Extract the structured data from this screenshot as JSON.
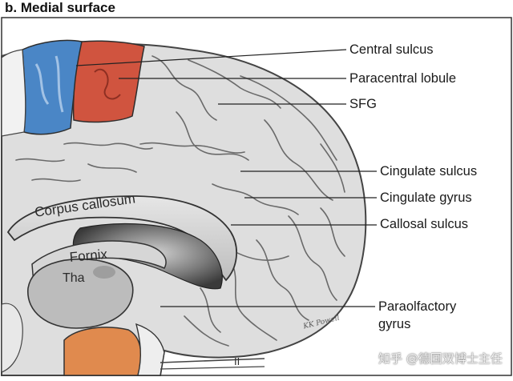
{
  "figure": {
    "panel_title": "b. Medial surface",
    "labels": {
      "central_sulcus": "Central sulcus",
      "paracentral_lobule": "Paracentral lobule",
      "sfg": "SFG",
      "cingulate_sulcus": "Cingulate sulcus",
      "cingulate_gyrus": "Cingulate gyrus",
      "callosal_sulcus": "Callosal sulcus",
      "paraolfactory_line1": "Paraolfactory",
      "paraolfactory_line2": "gyrus"
    },
    "inside_labels": {
      "corpus_callosum": "Corpus callosum",
      "fornix": "Fornix",
      "thalamus": "Tha",
      "optic_nerve": "II"
    },
    "signature": "KK Powell",
    "watermark": "知乎 @德国双博士主任",
    "colors": {
      "precentral_blue": "#4a86c6",
      "paracentral_red": "#d0543f",
      "temporal_orange": "#e08a4e",
      "cortex_gray": "#dcdcdc",
      "callosum_gray": "#c9c9c9",
      "ventricle_dark": "#555555"
    }
  }
}
